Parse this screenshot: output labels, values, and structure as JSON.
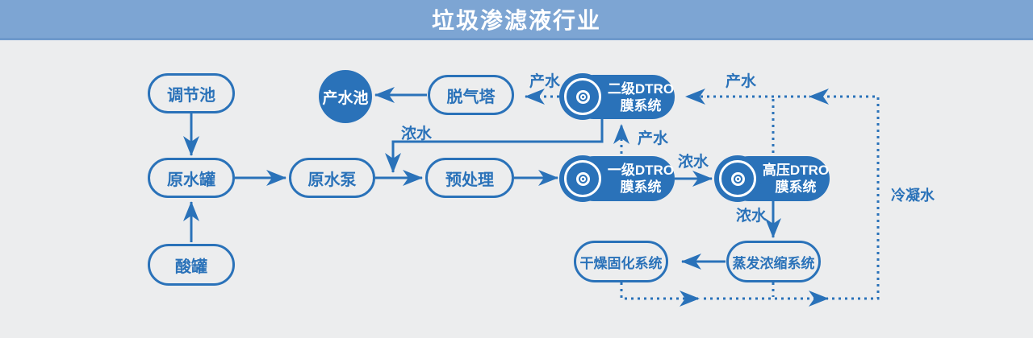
{
  "header": {
    "title": "垃圾渗滤液行业"
  },
  "colors": {
    "primary_blue": "#2A72B9",
    "header_bar_blue": "#7DA5D3",
    "canvas_background": "#ECEDEE",
    "text_on_solid": "#FFFFFF"
  },
  "nodes": {
    "regulation_pool": {
      "label": "调节池"
    },
    "raw_water_tank": {
      "label": "原水罐"
    },
    "acid_tank": {
      "label": "酸罐"
    },
    "raw_water_pump": {
      "label": "原水泵"
    },
    "pretreatment": {
      "label": "预处理"
    },
    "degassing_tower": {
      "label": "脱气塔"
    },
    "product_water_pool": {
      "label": "产水池"
    },
    "dtro_stage2": {
      "line1": "二级DTRO",
      "line2": "膜系统"
    },
    "dtro_stage1": {
      "line1": "一级DTRO",
      "line2": "膜系统"
    },
    "dtro_high_pressure": {
      "line1": "高压DTRO",
      "line2": "膜系统"
    },
    "drying_solidification": {
      "label": "干燥固化系统"
    },
    "evaporation_concentration": {
      "label": "蒸发浓缩系统"
    }
  },
  "edge_labels": {
    "product_water_to_degassing": "产水",
    "product_water_stage1_to_stage2": "产水",
    "product_water_recycle_top": "产水",
    "concentrate_stage2_return": "浓水",
    "concentrate_stage1_to_hp": "浓水",
    "concentrate_hp_to_evaporation": "浓水",
    "condensate_water": "冷凝水"
  }
}
